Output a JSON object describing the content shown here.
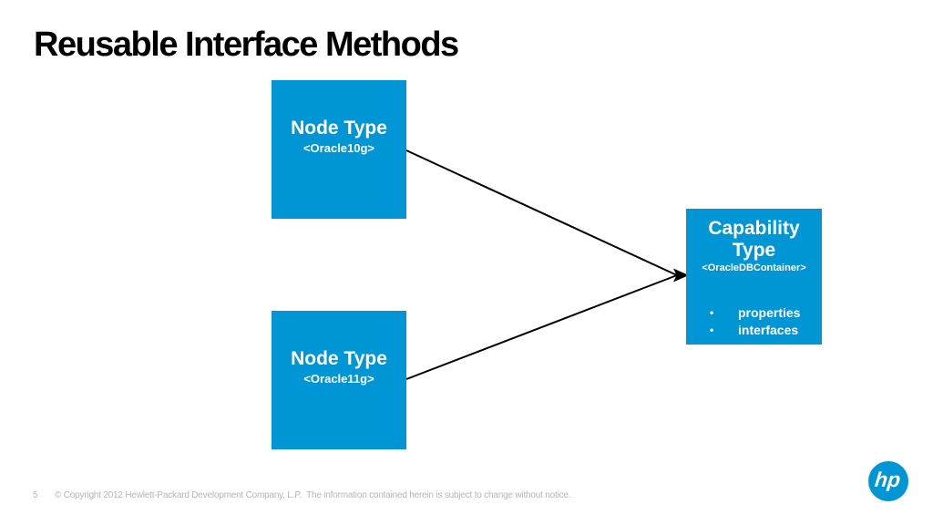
{
  "slide": {
    "title": "Reusable Interface Methods"
  },
  "diagram": {
    "nodes": [
      {
        "title": "Node Type",
        "subtitle": "<Oracle10g>"
      },
      {
        "title": "Node Type",
        "subtitle": "<Oracle11g>"
      }
    ],
    "capability": {
      "title": "Capability Type",
      "subtitle": "<OracleDBContainer>",
      "bullet_char": "•",
      "bullets": [
        "properties",
        "interfaces"
      ]
    }
  },
  "footer": {
    "page_number": "5",
    "copyright": "© Copyright 2012 Hewlett-Packard Development Company, L.P.  The information contained herein is subject to change without notice."
  },
  "logo": {
    "text": "hp"
  },
  "colors": {
    "hp_blue": "#0096D6",
    "box_text": "#FFFFFF",
    "connector_line": "#000000",
    "title_text": "#000000",
    "footer_text": "#B5B5B5"
  }
}
